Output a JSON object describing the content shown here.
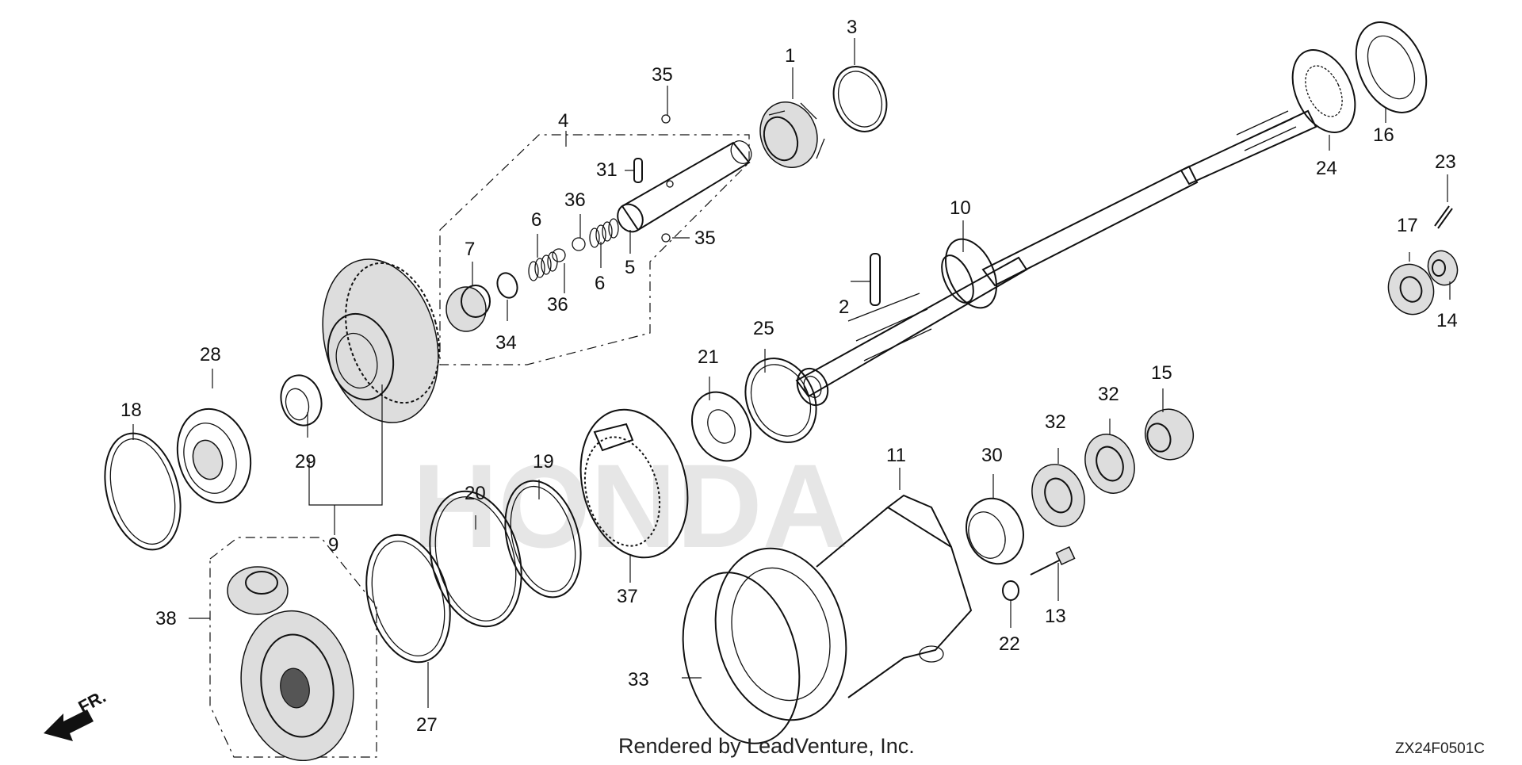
{
  "diagram": {
    "callouts": [
      "1",
      "2",
      "3",
      "4",
      "5",
      "6",
      "6",
      "7",
      "9",
      "10",
      "11",
      "13",
      "14",
      "15",
      "16",
      "17",
      "18",
      "19",
      "20",
      "21",
      "22",
      "23",
      "24",
      "25",
      "27",
      "28",
      "29",
      "30",
      "31",
      "32",
      "32",
      "33",
      "34",
      "35",
      "35",
      "36",
      "36",
      "37",
      "38"
    ],
    "direction_label": "FR.",
    "watermark": "HONDA",
    "footer": "Rendered by LeadVenture, Inc.",
    "diagram_code": "ZX24F0501C"
  }
}
